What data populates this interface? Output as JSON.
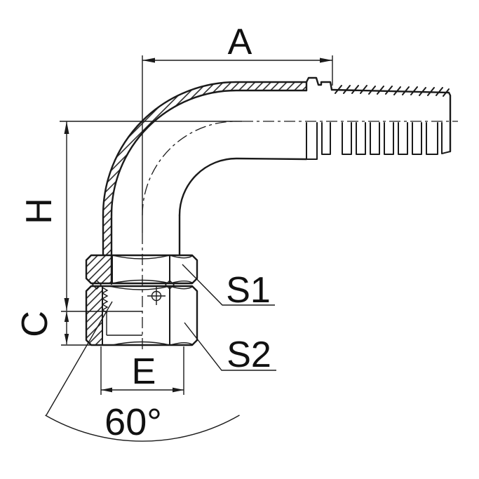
{
  "title": "90-degree elbow hose fitting technical drawing",
  "labels": {
    "dim_a": "A",
    "dim_h": "H",
    "dim_c": "C",
    "dim_e": "E",
    "hex_s1": "S1",
    "hex_s2": "S2",
    "cone_angle": "60°"
  },
  "colors": {
    "line": "#1a1a1a",
    "background": "#ffffff"
  }
}
